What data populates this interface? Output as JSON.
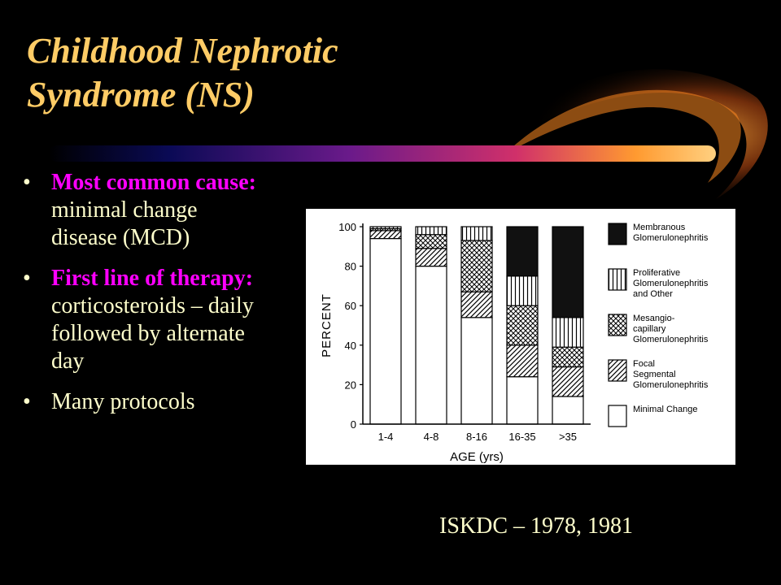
{
  "slide": {
    "title_line1": "Childhood Nephrotic",
    "title_line2": "Syndrome (NS)",
    "bullets": [
      {
        "highlight": "Most common cause:",
        "text": " minimal change disease (MCD)"
      },
      {
        "highlight": "First line of therapy:",
        "text": " corticosteroids – daily followed by alternate day"
      },
      {
        "highlight": "",
        "text": "Many protocols"
      }
    ],
    "source": "ISKDC – 1978, 1981"
  },
  "colors": {
    "title": "#ffcc66",
    "bullet_text": "#ffffcc",
    "highlight": "#ff00ff",
    "background": "#000000"
  },
  "chart_data": {
    "type": "bar",
    "stacked": true,
    "ylabel": "PERCENT",
    "xlabel": "AGE (yrs)",
    "ylim": [
      0,
      100
    ],
    "yticks": [
      0,
      20,
      40,
      60,
      80,
      100
    ],
    "categories": [
      "1-4",
      "4-8",
      "8-16",
      "16-35",
      ">35"
    ],
    "series": [
      {
        "name": "Minimal Change",
        "pattern": "blank",
        "values": [
          94,
          80,
          54,
          24,
          14
        ]
      },
      {
        "name": "Focal Segmental Glomerulonephritis",
        "pattern": "diag",
        "values": [
          4,
          9,
          13,
          16,
          15
        ]
      },
      {
        "name": "Mesangio-capillary Glomerulonephritis",
        "pattern": "cross",
        "values": [
          1,
          7,
          26,
          20,
          10
        ]
      },
      {
        "name": "Proliferative Glomerulonephritis and Other",
        "pattern": "vert",
        "values": [
          1,
          4,
          7,
          15,
          15
        ]
      },
      {
        "name": "Membranous Glomerulonephritis",
        "pattern": "solid",
        "values": [
          0,
          0,
          0,
          25,
          46
        ]
      }
    ],
    "legend_position": "right"
  }
}
